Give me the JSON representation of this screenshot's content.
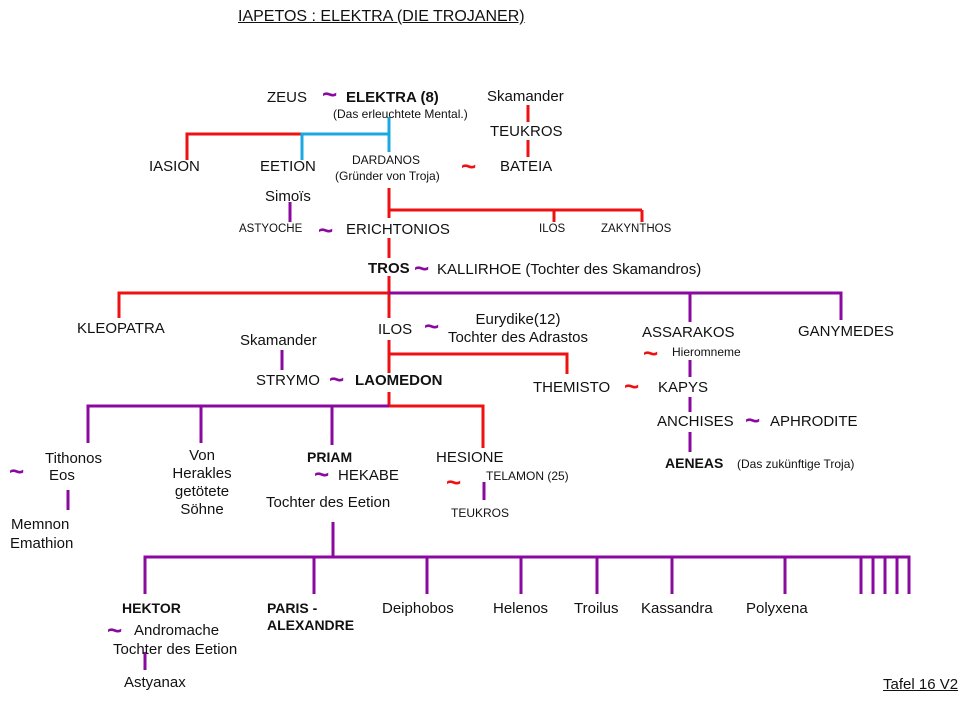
{
  "title": "IAPETOS : ELEKTRA (DIE TROJANER)",
  "footer": "Tafel 16 V2",
  "colors": {
    "red": "#ee1111",
    "purple": "#8a0aa0",
    "blue": "#19a9e0",
    "text": "#111111"
  },
  "tilde": "~",
  "names": {
    "zeus": "ZEUS",
    "elektra": "ELEKTRA (8)",
    "elektra_note": "(Das erleuchtete Mental.)",
    "skamander1": "Skamander",
    "teukros1": "TEUKROS",
    "iasion": "IASION",
    "eetion": "EETION",
    "dardanos": "DARDANOS",
    "dardanos_note": "(Gründer von Troja)",
    "bateia": "BATEIA",
    "simois": "Simoïs",
    "astyoche": "ASTYOCHE",
    "erichtonios": "ERICHTONIOS",
    "ilos1": "ILOS",
    "zakynthos": "ZAKYNTHOS",
    "tros": "TROS",
    "kallirhoe": "KALLIRHOE (Tochter des Skamandros)",
    "kleopatra": "KLEOPATRA",
    "ilos2": "ILOS",
    "eurydike_line1": "Eurydike(12)",
    "eurydike_line2": "Tochter des Adrastos",
    "assarakos": "ASSARAKOS",
    "hieromneme": "Hieromneme",
    "ganymedes": "GANYMEDES",
    "skamander2": "Skamander",
    "strymo": "STRYMO",
    "laomedon": "LAOMEDON",
    "themisto": "THEMISTO",
    "kapys": "KAPYS",
    "anchises": "ANCHISES",
    "aphrodite": "APHRODITE",
    "aeneas": "AENEAS",
    "aeneas_note": "(Das zukünftige Troja)",
    "tithonos": "Tithonos",
    "eos": "Eos",
    "memnon": "Memnon",
    "emathion": "Emathion",
    "herakles_line1": "Von",
    "herakles_line2": "Herakles",
    "herakles_line3": "getötete",
    "herakles_line4": "Söhne",
    "priam": "PRIAM",
    "hekabe": "HEKABE",
    "hekabe_note": "Tochter des Eetion",
    "hesione": "HESIONE",
    "telamon": "TELAMON (25)",
    "teukros2": "TEUKROS",
    "hektor": "HEKTOR",
    "andromache": "Andromache",
    "andromache_note": "Tochter des Eetion",
    "astyanax": "Astyanax",
    "paris_line1": "PARIS -",
    "paris_line2": "ALEXANDRE",
    "deiphobos": "Deiphobos",
    "helenos": "Helenos",
    "troilus": "Troilus",
    "kassandra": "Kassandra",
    "polyxena": "Polyxena"
  }
}
